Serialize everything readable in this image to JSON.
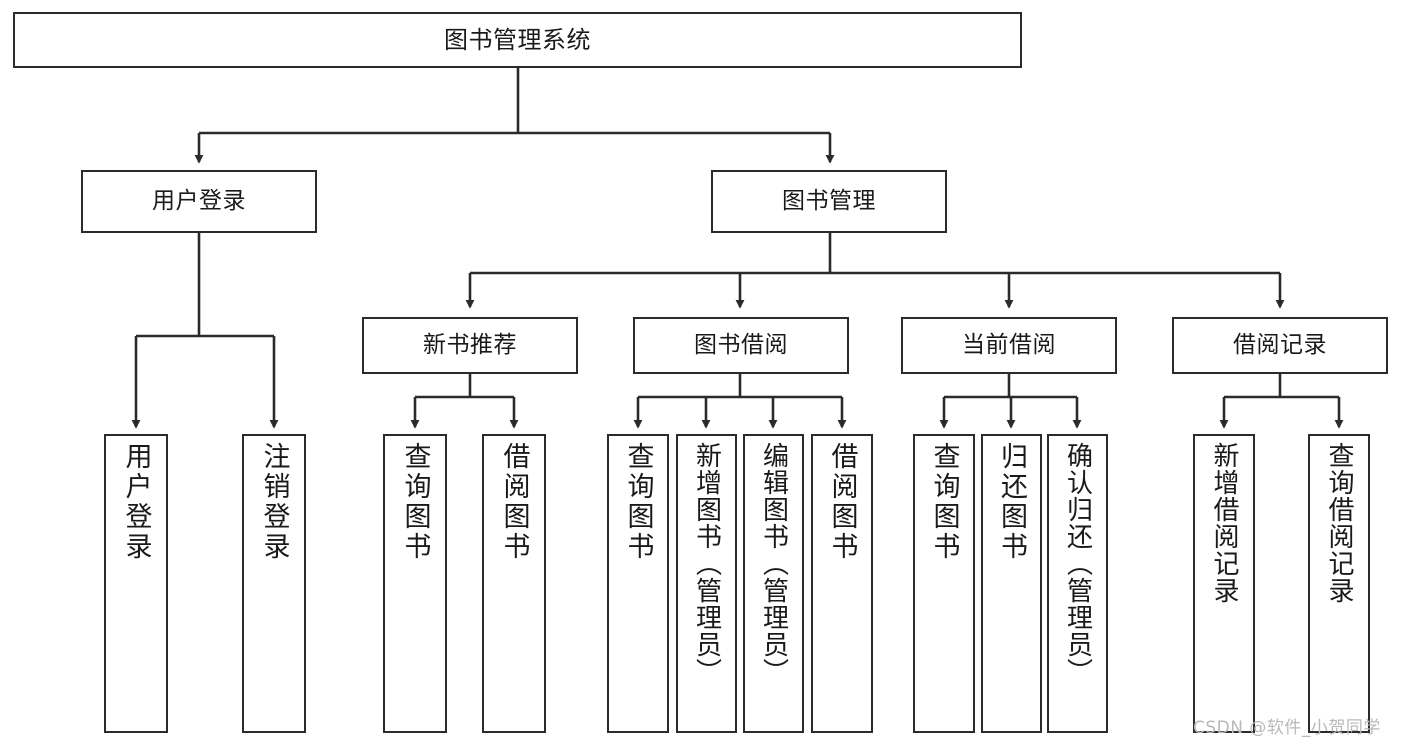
{
  "diagram": {
    "title": "图书管理系统",
    "type": "tree-hierarchy-diagram",
    "root": {
      "id": "root",
      "label": "图书管理系统"
    },
    "level2": [
      {
        "id": "user-login",
        "label": "用户登录"
      },
      {
        "id": "book-manage",
        "label": "图书管理"
      }
    ],
    "level3": [
      {
        "id": "new-book-recommend",
        "label": "新书推荐",
        "parent": "book-manage"
      },
      {
        "id": "book-borrow",
        "label": "图书借阅",
        "parent": "book-manage"
      },
      {
        "id": "current-borrow",
        "label": "当前借阅",
        "parent": "book-manage"
      },
      {
        "id": "borrow-record",
        "label": "借阅记录",
        "parent": "book-manage"
      }
    ],
    "leaves": {
      "user_login": [
        {
          "id": "leaf-user-login",
          "label": "用户登录"
        },
        {
          "id": "leaf-logout-login",
          "label": "注销登录"
        }
      ],
      "new_book_recommend": [
        {
          "id": "leaf-query-book-1",
          "label": "查询图书"
        },
        {
          "id": "leaf-borrow-book-1",
          "label": "借阅图书"
        }
      ],
      "book_borrow": [
        {
          "id": "leaf-query-book-2",
          "label": "查询图书"
        },
        {
          "id": "leaf-add-book",
          "label": "新增图书（管理员）"
        },
        {
          "id": "leaf-edit-book",
          "label": "编辑图书（管理员）"
        },
        {
          "id": "leaf-borrow-book-2",
          "label": "借阅图书"
        }
      ],
      "current_borrow": [
        {
          "id": "leaf-query-book-3",
          "label": "查询图书"
        },
        {
          "id": "leaf-return-book",
          "label": "归还图书"
        },
        {
          "id": "leaf-confirm-return",
          "label": "确认归还（管理员）"
        }
      ],
      "borrow_record": [
        {
          "id": "leaf-add-record",
          "label": "新增借阅记录"
        },
        {
          "id": "leaf-query-record",
          "label": "查询借阅记录"
        }
      ]
    },
    "colors": {
      "border": "#2b2b2b",
      "background": "#ffffff",
      "text": "#1a1a1a",
      "edge": "#2b2b2b",
      "watermark": "#b9b9b9"
    }
  },
  "watermark": {
    "text": "CSDN @软件_小贺同学"
  }
}
